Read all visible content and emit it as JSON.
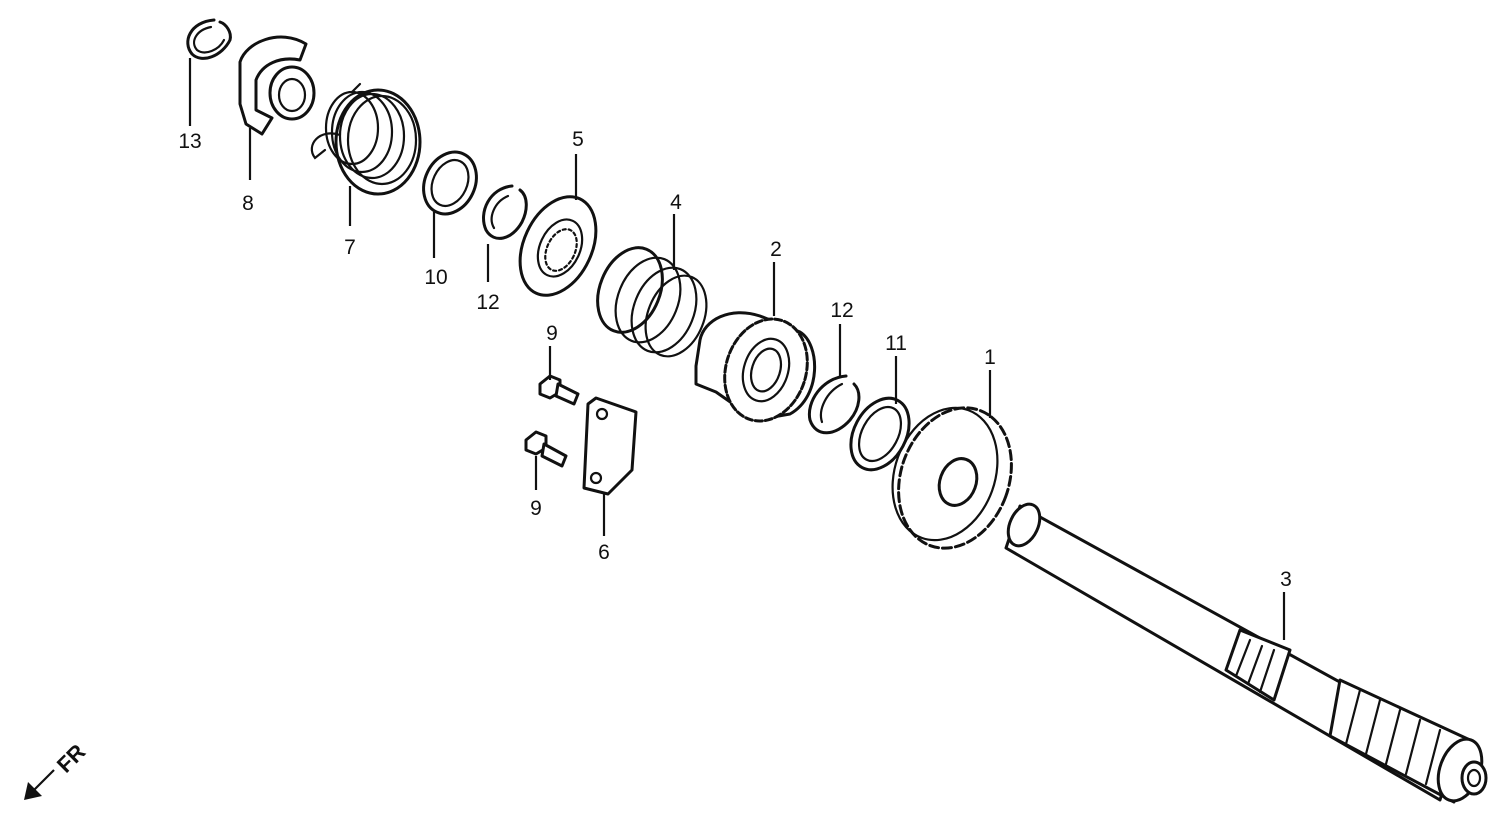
{
  "callouts": {
    "c1": "1",
    "c2": "2",
    "c3": "3",
    "c4": "4",
    "c5": "5",
    "c6": "6",
    "c7": "7",
    "c8": "8",
    "c9a": "9",
    "c9b": "9",
    "c10": "10",
    "c11": "11",
    "c12a": "12",
    "c12b": "12",
    "c13": "13"
  },
  "direction_label": "FR"
}
